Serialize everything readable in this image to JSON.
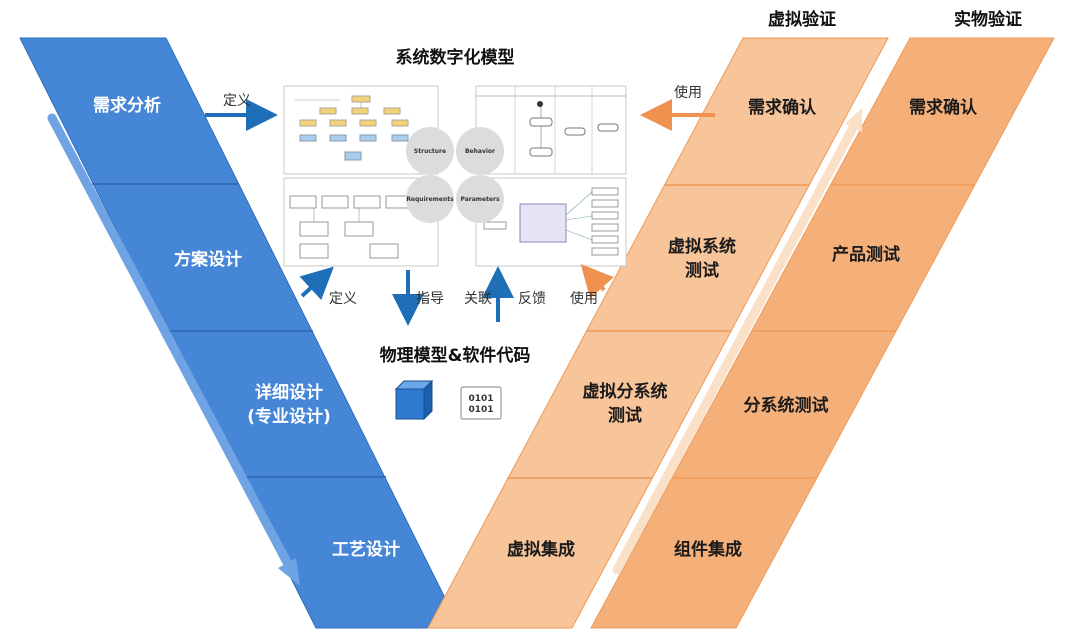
{
  "title": "系统数字化模型",
  "left_side": {
    "color": "#3f7fd0",
    "stages": [
      "需求分析",
      "方案设计",
      "详细设计",
      "(专业设计)",
      "工艺设计"
    ]
  },
  "virtual_side": {
    "header": "虚拟验证",
    "color": "#f6b98c",
    "stages": [
      "需求确认",
      "虚拟系统",
      "测试",
      "虚拟分系统",
      "测试",
      "虚拟集成"
    ]
  },
  "physical_side": {
    "header": "实物验证",
    "color": "#f3a770",
    "stages": [
      "需求确认",
      "产品测试",
      "分系统测试",
      "组件集成"
    ]
  },
  "arrows": {
    "define_top": "定义",
    "define_bottom": "定义",
    "use_top": "使用",
    "use_bottom": "使用",
    "guide": "指导",
    "relate": "关联",
    "feedback": "反馈"
  },
  "model_views": {
    "structure": "Structure",
    "behavior": "Behavior",
    "requirements": "Requirements",
    "parameters": "Parameters"
  },
  "physical_model_title": "物理模型&软件代码",
  "code_icon_lines": [
    "0101",
    "0101"
  ]
}
